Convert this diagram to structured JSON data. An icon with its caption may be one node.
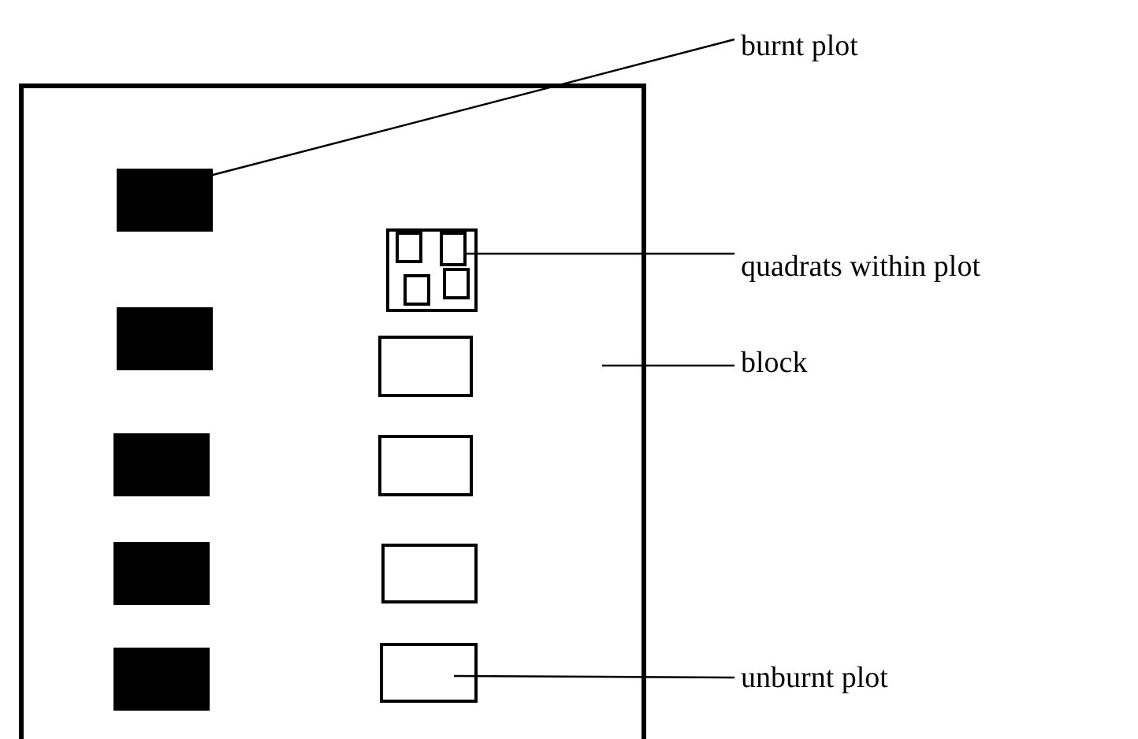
{
  "diagram": {
    "nodes": [
      {
        "text": [],
        "shape": "box"
      },
      {
        "text": [],
        "shape": "box",
        "in": 0
      },
      {
        "text": [],
        "shape": "box",
        "in": 0
      },
      {
        "text": [],
        "shape": "box",
        "in": 2
      },
      {
        "text": [],
        "shape": "box",
        "in": 2
      },
      {
        "text": [],
        "shape": "box",
        "in": 2
      },
      {
        "text": [],
        "shape": "box",
        "in": 2
      },
      {
        "text": [],
        "shape": "box",
        "in": 0
      },
      {
        "text": [],
        "shape": "box",
        "in": 0
      },
      {
        "text": [],
        "shape": "box",
        "in": 0
      },
      {
        "text": [],
        "shape": "box",
        "in": 0
      },
      {
        "text": [],
        "shape": "box",
        "in": 0
      },
      {
        "text": [],
        "shape": "box",
        "in": 0
      },
      {
        "text": [],
        "shape": "box",
        "in": 0
      },
      {
        "text": [],
        "shape": "box",
        "in": 0
      },
      {
        "text": [
          "burnt plot"
        ]
      },
      {
        "text": [
          "quadrats within plot"
        ]
      },
      {
        "text": [
          "block"
        ]
      },
      {
        "text": [
          "unburnt plot"
        ]
      }
    ],
    "edges": [
      {
        "from": 15,
        "to": 1,
        "arrow": "none"
      },
      {
        "from": 16,
        "to": 4,
        "arrow": "none"
      },
      {
        "from": 17,
        "to": 0,
        "arrow": "none"
      },
      {
        "from": 18,
        "to": 14,
        "arrow": "none"
      }
    ]
  }
}
